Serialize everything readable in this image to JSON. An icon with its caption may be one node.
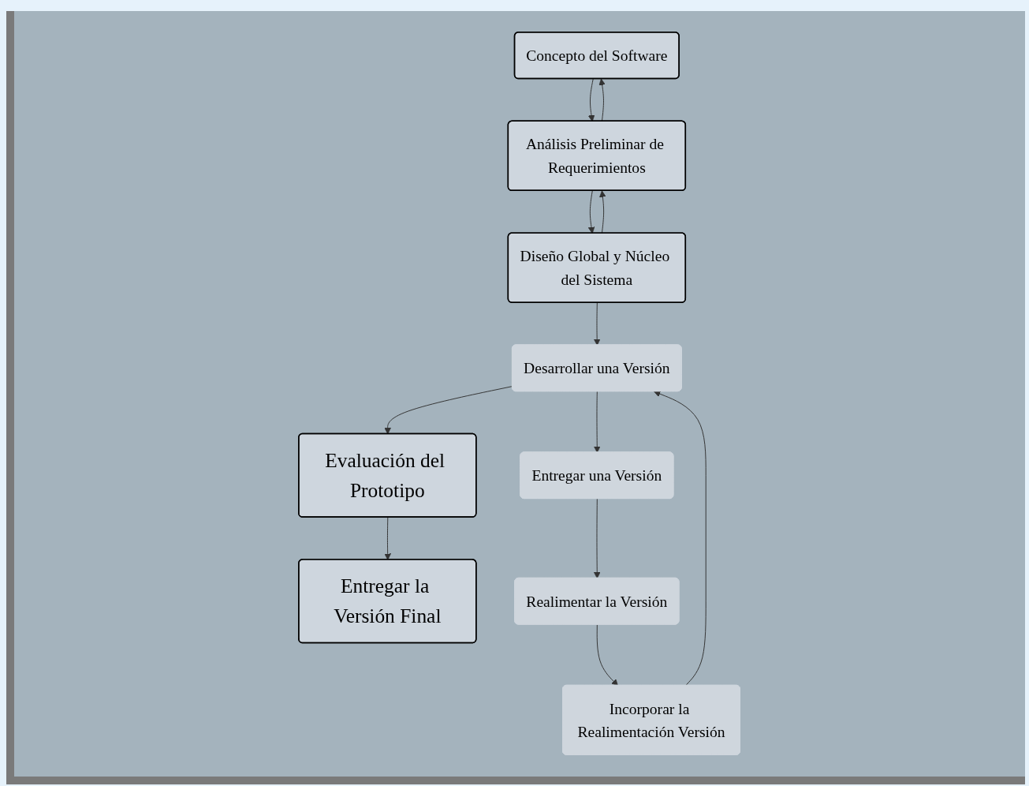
{
  "diagram": {
    "nodes": [
      {
        "text": [
          "Concepto del Software"
        ]
      },
      {
        "text": [
          "Análisis Preliminar de Requerimientos"
        ]
      },
      {
        "text": [
          "Diseño Global y Núcleo del Sistema"
        ]
      },
      {
        "text": [
          "Entregar la Versión Final"
        ]
      },
      {
        "text": [
          "Evaluación del Prototipo"
        ]
      },
      {
        "text": [
          "Desarrollar una Versión"
        ]
      },
      {
        "text": [
          "Incorporar la Realimentación Versión"
        ]
      },
      {
        "text": [
          "Entregar una Versión"
        ]
      },
      {
        "text": [
          "Realimentar la Versión"
        ]
      }
    ],
    "edges": [
      {
        "from": 0,
        "to": 1,
        "arrow": "to"
      },
      {
        "from": 1,
        "to": 0,
        "arrow": "to"
      },
      {
        "from": 1,
        "to": 2,
        "arrow": "to"
      },
      {
        "from": 2,
        "to": 1,
        "arrow": "to"
      },
      {
        "from": 2,
        "to": 5,
        "arrow": "to"
      },
      {
        "from": 5,
        "to": 4,
        "arrow": "to"
      },
      {
        "from": 4,
        "to": 3,
        "arrow": "to"
      },
      {
        "from": 5,
        "to": 7,
        "arrow": "to"
      },
      {
        "from": 7,
        "to": 8,
        "arrow": "to"
      },
      {
        "from": 8,
        "to": 6,
        "arrow": "to"
      },
      {
        "from": 6,
        "to": 5,
        "arrow": "to"
      }
    ]
  }
}
